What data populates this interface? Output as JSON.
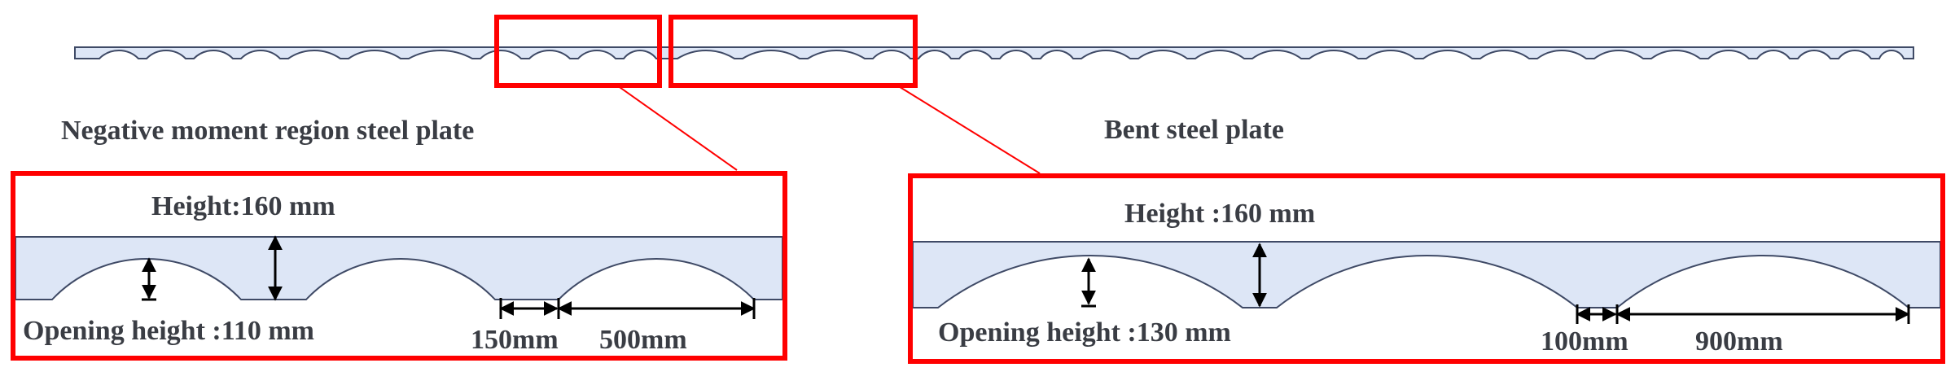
{
  "colors": {
    "frame_red": "#ff0000",
    "beam_fill": "#dde6f6",
    "beam_stroke": "#3f4a66",
    "text": "#3a3d44",
    "arrow": "#000000"
  },
  "left_panel": {
    "title": "Negative moment region steel plate",
    "height_label": "Height:",
    "height_value": "160 mm",
    "opening_label": "Opening height :",
    "opening_value": "110 mm",
    "gap_label": "150mm",
    "opening_width_label": "500mm"
  },
  "right_panel": {
    "title": "Bent steel plate",
    "height_label": "Height :",
    "height_value": "160 mm",
    "opening_label": "Opening height :",
    "opening_value": "130 mm",
    "gap_label": "100mm",
    "opening_width_label": "900mm"
  }
}
